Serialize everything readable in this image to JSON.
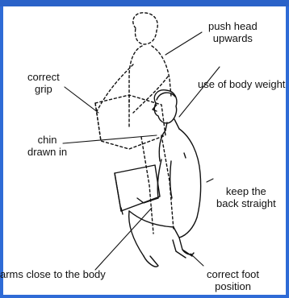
{
  "labels": {
    "push_head_line1": "push head",
    "push_head_line2": "upwards",
    "correct_grip_line1": "correct",
    "correct_grip_line2": "grip",
    "body_weight": "use of body weight",
    "chin_line1": "chin",
    "chin_line2": "drawn in",
    "back_line1": "keep the",
    "back_line2": "back straight",
    "arms": "arms close to the body",
    "foot_line1": "correct foot",
    "foot_line2": "position"
  },
  "colors": {
    "frame_border": "#2f6bd6",
    "ink": "#111111"
  }
}
